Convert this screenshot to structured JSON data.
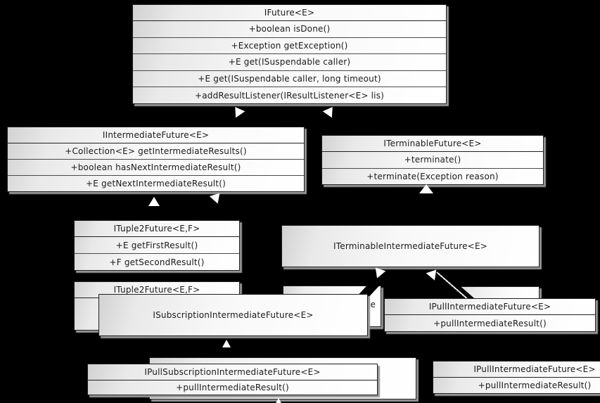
{
  "colors": {
    "background": "#000000",
    "box_border": "#1f1f1f",
    "box_fill_start": "#d2d2d2",
    "box_fill_end": "#ffffff",
    "box_shadow": "#949494",
    "arrowhead": "#ffffff",
    "text": "#1a1a1a"
  },
  "diagram": {
    "classes": [
      {
        "id": "ifuture",
        "title": "IFuture<E>",
        "methods": [
          "+boolean isDone()",
          "+Exception getException()",
          "+E get(ISuspendable caller)",
          "+E get(ISuspendable caller, long timeout)",
          "+addResultListener(IResultListener<E> lis)"
        ]
      },
      {
        "id": "iintermediatefuture",
        "title": "IIntermediateFuture<E>",
        "methods": [
          "+Collection<E> getIntermediateResults()",
          "+boolean hasNextIntermediateResult()",
          "+E getNextIntermediateResult()"
        ]
      },
      {
        "id": "iterminablefuture",
        "title": "ITerminableFuture<E>",
        "methods": [
          "+terminate()",
          "+terminate(Exception reason)"
        ]
      },
      {
        "id": "ituple2future_top",
        "title": "ITuple2Future<E,F>",
        "methods": [
          "+E getFirstResult()",
          "+F getSecondResult()"
        ]
      },
      {
        "id": "iterminableintermediatefuture",
        "title": "ITerminableIntermediateFuture<E>",
        "methods": []
      },
      {
        "id": "ituple2future_back",
        "title": "ITuple2Future<E,F>",
        "methods": []
      },
      {
        "id": "isubscriptionintermediatefuture",
        "title": "ISubscriptionIntermediateFuture<E>",
        "methods": []
      },
      {
        "id": "ipullintermediatefuture_mid",
        "title": "IPullIntermediateFuture<E>",
        "methods": [
          "+pullIntermediateResult()"
        ]
      },
      {
        "id": "ipullsubscriptionintermediatefuture",
        "title": "IPullSubscriptionIntermediateFuture<E>",
        "methods": [
          "+pullIntermediateResult()"
        ]
      },
      {
        "id": "ipullintermediatefuture_bottom",
        "title": "IPullIntermediateFuture<E>",
        "methods": [
          "+pullIntermediateResult()"
        ]
      }
    ],
    "occluded_fragment": "le"
  }
}
